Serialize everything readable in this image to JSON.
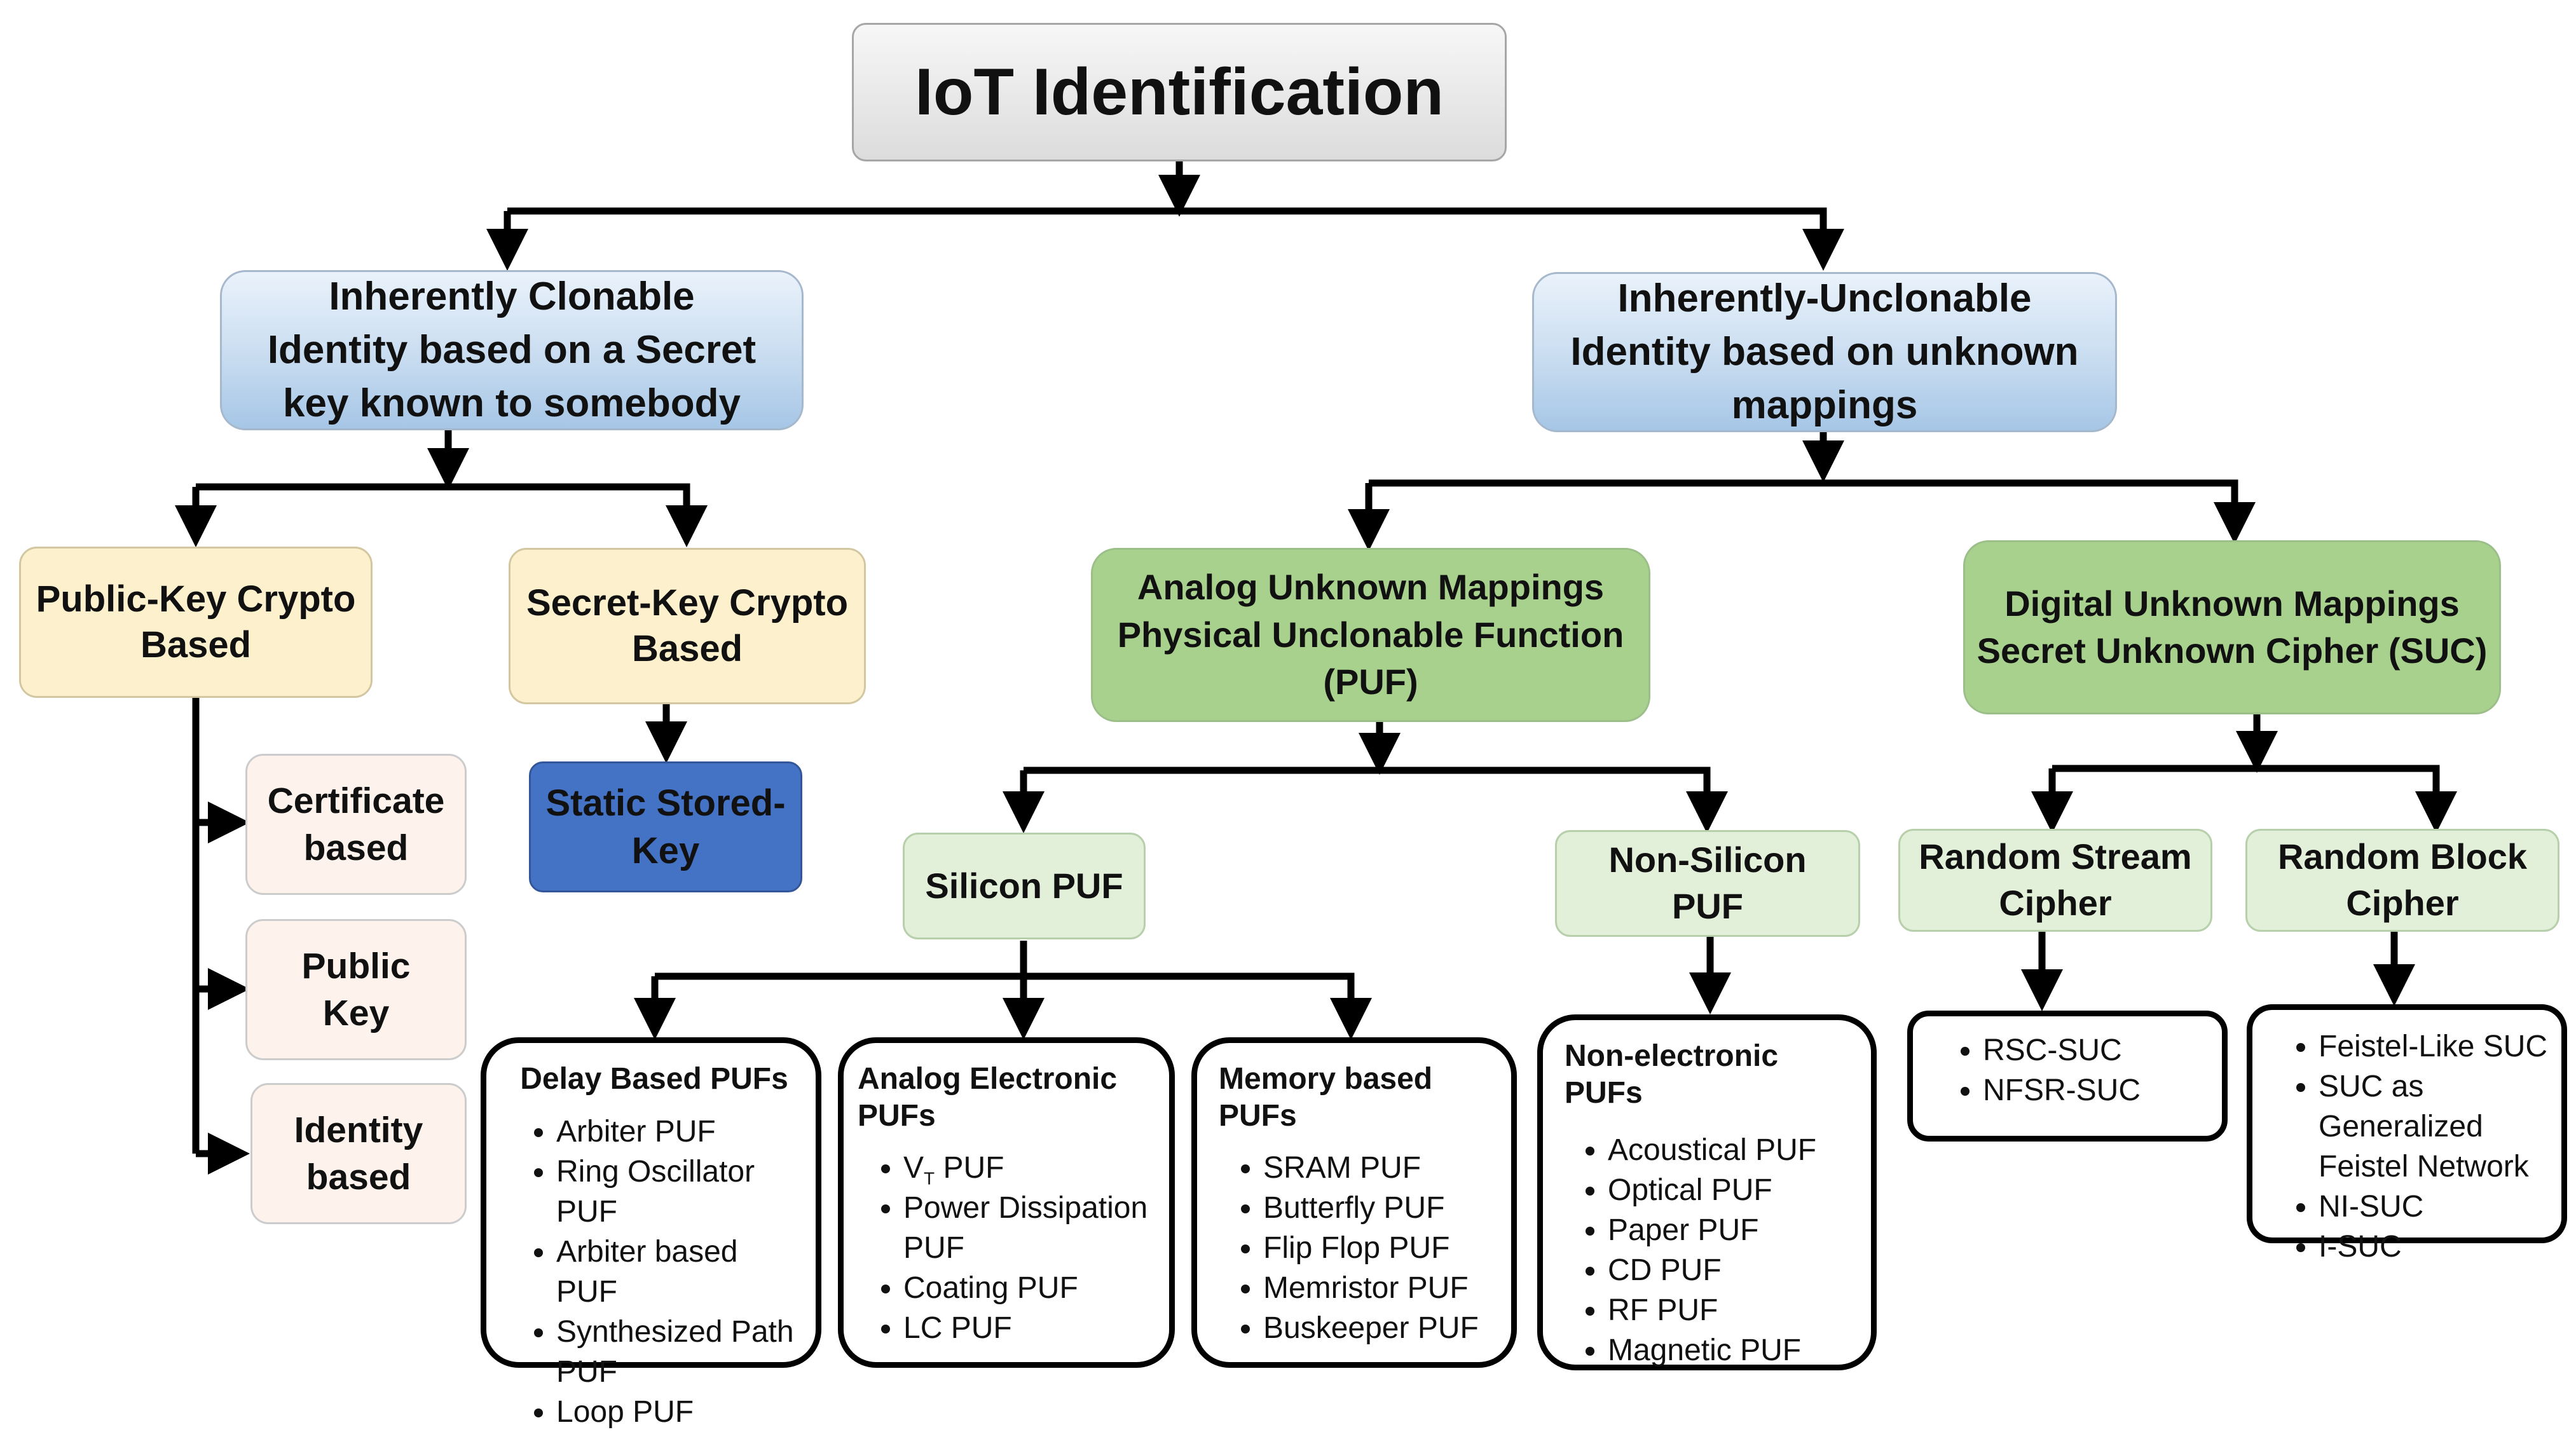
{
  "root": {
    "title": "IoT Identification"
  },
  "clonable": {
    "label": "Inherently Clonable\nIdentity based on a Secret\nkey known to somebody"
  },
  "unclonable": {
    "label": "Inherently-Unclonable\nIdentity based on unknown\nmappings"
  },
  "public_key_crypto": {
    "label": "Public-Key Crypto\nBased"
  },
  "secret_key_crypto": {
    "label": "Secret-Key Crypto\nBased"
  },
  "certificate": {
    "label": "Certificate\nbased"
  },
  "public_key": {
    "label": "Public\nKey"
  },
  "identity": {
    "label": "Identity\nbased"
  },
  "static_key": {
    "label": "Static Stored-\nKey"
  },
  "analog_mappings": {
    "label": "Analog Unknown Mappings\nPhysical Unclonable Function\n(PUF)"
  },
  "digital_mappings": {
    "label": "Digital Unknown Mappings\nSecret Unknown Cipher (SUC)"
  },
  "silicon_puf": {
    "label": "Silicon PUF"
  },
  "non_silicon_puf": {
    "label": "Non-Silicon\nPUF"
  },
  "random_stream": {
    "label": "Random Stream\nCipher"
  },
  "random_block": {
    "label": "Random Block\nCipher"
  },
  "delay_pufs": {
    "title": "Delay Based PUFs",
    "items": [
      "Arbiter PUF",
      "Ring Oscillator PUF",
      "Arbiter based PUF",
      "Synthesized Path\nPUF",
      "Loop PUF"
    ]
  },
  "analog_pufs": {
    "title": "Analog Electronic PUFs",
    "vt_main": "V",
    "vt_sub": "T",
    "vt_rest": " PUF",
    "items": [
      "Power Dissipation\nPUF",
      "Coating PUF",
      "LC PUF"
    ]
  },
  "memory_pufs": {
    "title": "Memory based PUFs",
    "items": [
      "SRAM PUF",
      "Butterfly PUF",
      "Flip Flop PUF",
      "Memristor PUF",
      "Buskeeper PUF"
    ]
  },
  "nonelectronic_pufs": {
    "title": "Non-electronic PUFs",
    "items": [
      "Acoustical PUF",
      "Optical PUF",
      "Paper PUF",
      "CD PUF",
      "RF PUF",
      "Magnetic PUF"
    ]
  },
  "stream_list": {
    "items": [
      "RSC-SUC",
      "NFSR-SUC"
    ]
  },
  "block_list": {
    "items": [
      "Feistel-Like SUC",
      "SUC as Generalized\nFeistel Network",
      "NI-SUC",
      "I-SUC"
    ]
  },
  "colors": {
    "category_blue": "#c8dcf0",
    "crypto_tan": "#fdf0cd",
    "leaf_pink": "#fdf3ec",
    "static_blue": "#4472c4",
    "mapping_green": "#a9d18e",
    "puf_light_green": "#e2efd9",
    "connector": "#000000"
  }
}
